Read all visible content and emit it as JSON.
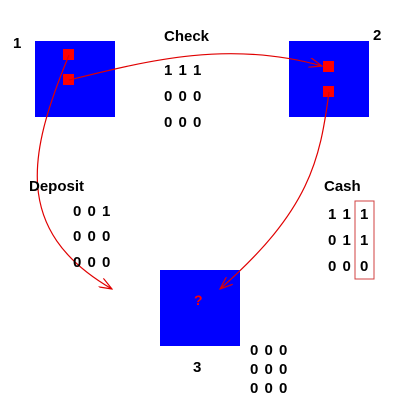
{
  "nodes": [
    {
      "label": "1"
    },
    {
      "label": "2"
    },
    {
      "label": "3",
      "mark": "?"
    }
  ],
  "edges": {
    "check": {
      "label": "Check",
      "rows": [
        "1 1 1",
        "0 0 0",
        "0 0 0"
      ]
    },
    "deposit": {
      "label": "Deposit",
      "rows": [
        "0 0 1",
        "0 0 0",
        "0 0 0"
      ]
    },
    "cash": {
      "label": "Cash",
      "rows": [
        {
          "lead": "1 1",
          "last": "1"
        },
        {
          "lead": "0 1",
          "last": "1"
        },
        {
          "lead": "0 0",
          "last": "0"
        }
      ]
    }
  },
  "node3_matrix": {
    "rows": [
      "0 0 0",
      "0 0 0",
      "0 0 0"
    ]
  },
  "colors": {
    "node_fill": "#0000ff",
    "port": "#ff0000",
    "arrow": "#e00000",
    "text": "#000000",
    "highlight": "#d04040"
  }
}
